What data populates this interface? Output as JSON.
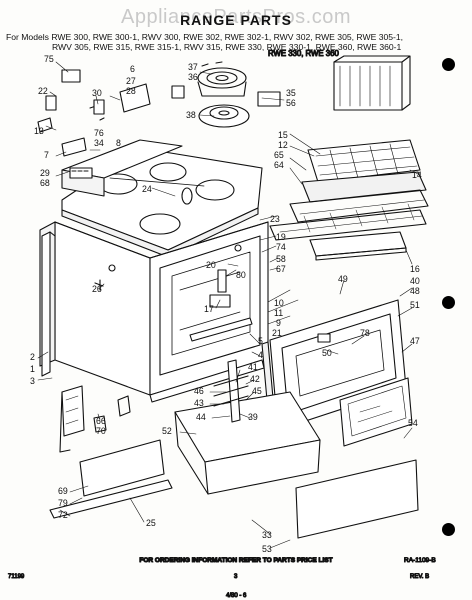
{
  "watermark": "AppliancePartsPros.com",
  "title": "RANGE PARTS",
  "models": {
    "line1": "For Models RWE 300, RWE 300-1, RWV 300, RWE 302, RWE 302-1, RWV 302, RWE 305, RWE 305-1,",
    "line2": "RWV 305, RWE 315, RWE 315-1, RWV 315, RWE 330, RWE 330-1, RWE 360, RWE 360-1"
  },
  "model_note": "RWE 330, RWE 360",
  "drawing_number": "RA-1109-B",
  "footer": {
    "ordering": "FOR ORDERING INFORMATION REFER TO PARTS PRICE LIST",
    "left_code": "71199",
    "page": "3",
    "revision": "REV. B",
    "bottom_mark": "4/80 - 6"
  },
  "callouts": [
    {
      "id": "75",
      "text": "75"
    },
    {
      "id": "6",
      "text": "6"
    },
    {
      "id": "22",
      "text": "22"
    },
    {
      "id": "30",
      "text": "30"
    },
    {
      "id": "27",
      "text": "27"
    },
    {
      "id": "28",
      "text": "28"
    },
    {
      "id": "37",
      "text": "37"
    },
    {
      "id": "36",
      "text": "36"
    },
    {
      "id": "35",
      "text": "35"
    },
    {
      "id": "56",
      "text": "56"
    },
    {
      "id": "38",
      "text": "38"
    },
    {
      "id": "13",
      "text": "13"
    },
    {
      "id": "76",
      "text": "76"
    },
    {
      "id": "34",
      "text": "34"
    },
    {
      "id": "8",
      "text": "8"
    },
    {
      "id": "7",
      "text": "7"
    },
    {
      "id": "29",
      "text": "29"
    },
    {
      "id": "68",
      "text": "68"
    },
    {
      "id": "15",
      "text": "15"
    },
    {
      "id": "12",
      "text": "12"
    },
    {
      "id": "65",
      "text": "65"
    },
    {
      "id": "64",
      "text": "64"
    },
    {
      "id": "14",
      "text": "14"
    },
    {
      "id": "24",
      "text": "24"
    },
    {
      "id": "23",
      "text": "23"
    },
    {
      "id": "19",
      "text": "19"
    },
    {
      "id": "74",
      "text": "74"
    },
    {
      "id": "58",
      "text": "58"
    },
    {
      "id": "67",
      "text": "67"
    },
    {
      "id": "16",
      "text": "16"
    },
    {
      "id": "20",
      "text": "20"
    },
    {
      "id": "26",
      "text": "26"
    },
    {
      "id": "80",
      "text": "80"
    },
    {
      "id": "49",
      "text": "49"
    },
    {
      "id": "40",
      "text": "40"
    },
    {
      "id": "48",
      "text": "48"
    },
    {
      "id": "10",
      "text": "10"
    },
    {
      "id": "11",
      "text": "11"
    },
    {
      "id": "9",
      "text": "9"
    },
    {
      "id": "17",
      "text": "17"
    },
    {
      "id": "51",
      "text": "51"
    },
    {
      "id": "21",
      "text": "21"
    },
    {
      "id": "78",
      "text": "78"
    },
    {
      "id": "5",
      "text": "5"
    },
    {
      "id": "50",
      "text": "50"
    },
    {
      "id": "47",
      "text": "47"
    },
    {
      "id": "4",
      "text": "4"
    },
    {
      "id": "2",
      "text": "2"
    },
    {
      "id": "1",
      "text": "1"
    },
    {
      "id": "41",
      "text": "41"
    },
    {
      "id": "3",
      "text": "3"
    },
    {
      "id": "42",
      "text": "42"
    },
    {
      "id": "46",
      "text": "46"
    },
    {
      "id": "45",
      "text": "45"
    },
    {
      "id": "43",
      "text": "43"
    },
    {
      "id": "44",
      "text": "44"
    },
    {
      "id": "39",
      "text": "39"
    },
    {
      "id": "66",
      "text": "66"
    },
    {
      "id": "70",
      "text": "70"
    },
    {
      "id": "52",
      "text": "52"
    },
    {
      "id": "54",
      "text": "54"
    },
    {
      "id": "69",
      "text": "69"
    },
    {
      "id": "79",
      "text": "79"
    },
    {
      "id": "72",
      "text": "72"
    },
    {
      "id": "25",
      "text": "25"
    },
    {
      "id": "33",
      "text": "33"
    },
    {
      "id": "53",
      "text": "53"
    }
  ]
}
